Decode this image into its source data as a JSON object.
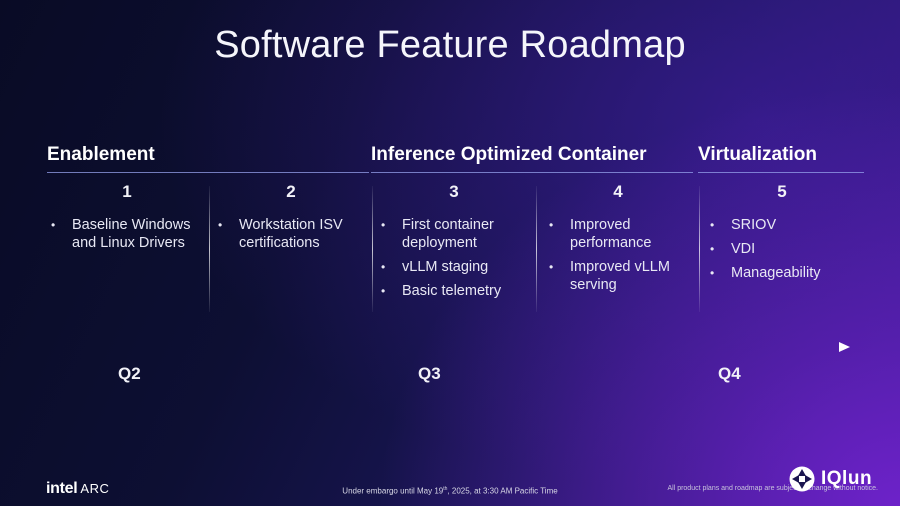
{
  "title": "Software Feature Roadmap",
  "sections": [
    {
      "title": "Enablement"
    },
    {
      "title": "Inference Optimized Container"
    },
    {
      "title": "Virtualization"
    }
  ],
  "columns": [
    {
      "number": "1",
      "items": [
        "Baseline Windows and Linux Drivers"
      ]
    },
    {
      "number": "2",
      "items": [
        "Workstation ISV certifications"
      ]
    },
    {
      "number": "3",
      "items": [
        "First container deployment",
        "vLLM staging",
        "Basic telemetry"
      ]
    },
    {
      "number": "4",
      "items": [
        "Improved performance",
        "Improved vLLM serving"
      ]
    },
    {
      "number": "5",
      "items": [
        "SRIOV",
        "VDI",
        "Manageability"
      ]
    }
  ],
  "quarters": [
    "Q2",
    "Q3",
    "Q4"
  ],
  "footer": {
    "brand_intel": "intel",
    "brand_arc": "ARC",
    "embargo_before": "Under embargo until May 19",
    "embargo_sup": "th",
    "embargo_after": ", 2025, at 3:30 AM Pacific Time",
    "disclaimer": "All product plans and roadmap are subject to change without notice.",
    "logo_text": "IQlun"
  },
  "colors": {
    "accent_line": "#9aa2ee",
    "background_left": "#090b25",
    "background_right": "#6d22c9"
  }
}
